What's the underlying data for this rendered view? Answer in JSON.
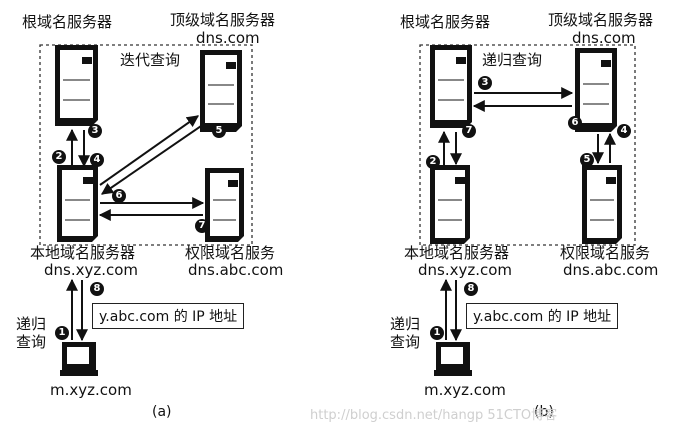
{
  "panel_a": {
    "root_label": "根域名服务器",
    "tld_label": "顶级域名服务器",
    "tld_domain": "dns.com",
    "mode_label": "迭代查询",
    "local_label": "本地域名服务器",
    "local_domain": "dns.xyz.com",
    "auth_label": "权限域名服务",
    "auth_domain": "dns.abc.com",
    "recursive_label_1": "递归",
    "recursive_label_2": "查询",
    "answer_label": "y.abc.com 的 IP 地址",
    "host_label": "m.xyz.com",
    "caption": "(a)",
    "steps": [
      "1",
      "2",
      "3",
      "4",
      "5",
      "6",
      "7",
      "8"
    ]
  },
  "panel_b": {
    "root_label": "根域名服务器",
    "tld_label": "顶级域名服务器",
    "tld_domain": "dns.com",
    "mode_label": "递归查询",
    "local_label": "本地域名服务器",
    "local_domain": "dns.xyz.com",
    "auth_label": "权限域名服务",
    "auth_domain": "dns.abc.com",
    "recursive_label_1": "递归",
    "recursive_label_2": "查询",
    "answer_label": "y.abc.com 的 IP 地址",
    "host_label": "m.xyz.com",
    "caption": "(b)",
    "steps": [
      "1",
      "2",
      "3",
      "4",
      "5",
      "6",
      "7",
      "8"
    ]
  },
  "watermark": "http://blog.csdn.net/hangp 51CTO博客"
}
